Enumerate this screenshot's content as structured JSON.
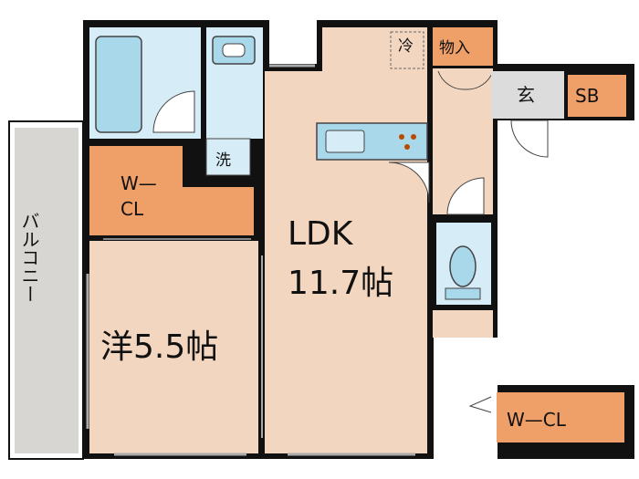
{
  "rooms": {
    "ldk": {
      "name": "LDK",
      "size": "11.7帖"
    },
    "western": {
      "label": "洋5.5帖"
    },
    "balcony": {
      "label": "バルコニー"
    },
    "wcl_bedroom": {
      "line1": "W—",
      "line2": "CL"
    },
    "wcl_entry": {
      "label": "W—CL"
    },
    "genkan": {
      "label": "玄"
    },
    "sb": {
      "label": "SB"
    },
    "storage": {
      "label": "物入"
    },
    "fridge": {
      "label": "冷"
    },
    "laundry": {
      "label": "洗"
    }
  },
  "colors": {
    "floor": "#f3d6bf",
    "closet": "#ef9f68",
    "wet": "#d6ecf6",
    "fixture": "#a9d8ea",
    "balcony": "#d8d6d2",
    "genkan": "#dcdcdc",
    "wall": "#111111"
  }
}
